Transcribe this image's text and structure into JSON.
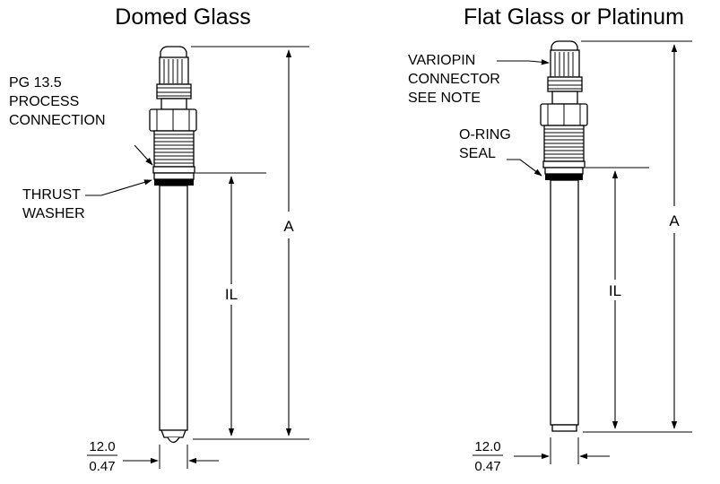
{
  "left_probe": {
    "title": "Domed Glass",
    "labels": {
      "process_connection": [
        "PG 13.5",
        "PROCESS",
        "CONNECTION"
      ],
      "thrust_washer": [
        "THRUST",
        "WASHER"
      ]
    },
    "dimension_a": "A",
    "dimension_il": "IL",
    "diameter_mm": "12.0",
    "diameter_in": "0.47"
  },
  "right_probe": {
    "title": "Flat Glass or Platinum",
    "labels": {
      "variopin": [
        "VARIOPIN",
        "CONNECTOR",
        "SEE NOTE"
      ],
      "oring": [
        "O-RING",
        "SEAL"
      ]
    },
    "dimension_a": "A",
    "dimension_il": "IL",
    "diameter_mm": "12.0",
    "diameter_in": "0.47"
  }
}
